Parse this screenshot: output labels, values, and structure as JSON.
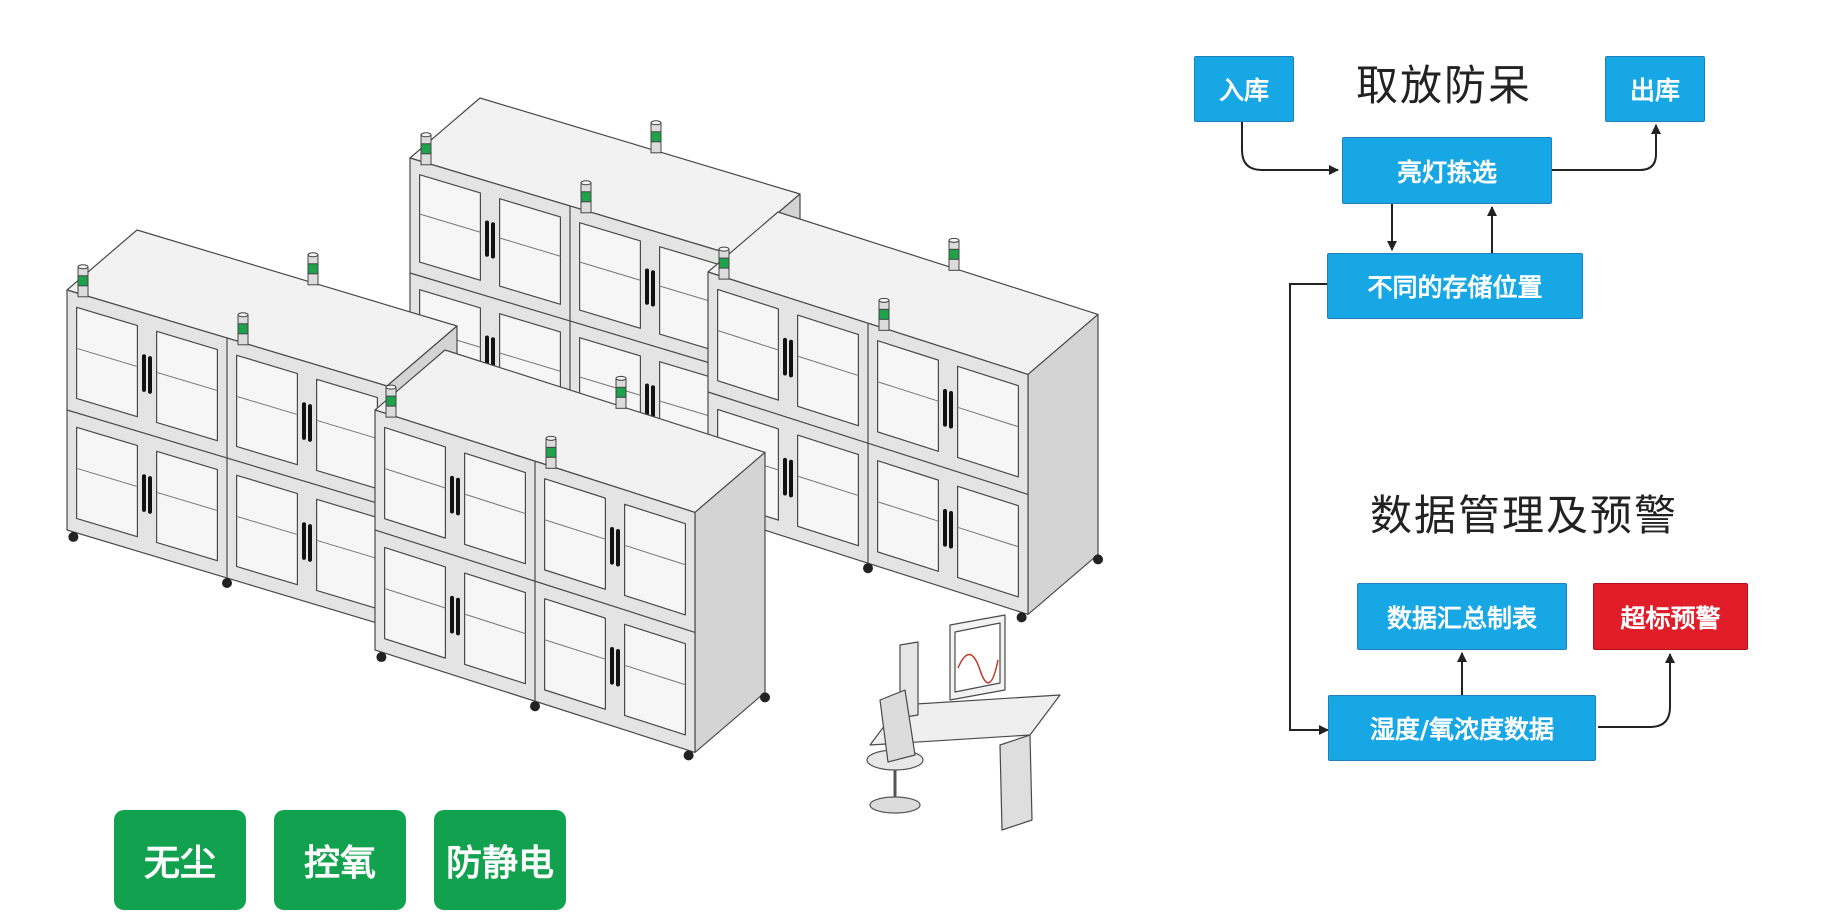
{
  "colors": {
    "flow_blue": "#16a7e4",
    "alert_red": "#e21d2a",
    "badge_green": "#12a14e",
    "arrow": "#222222",
    "cabinet_light": "#f2f2f2",
    "cabinet_mid": "#e4e4e4",
    "cabinet_dark": "#d4d4d4",
    "beacon_green": "#1ea24a"
  },
  "headings": {
    "access": "取放防呆",
    "data_mgmt": "数据管理及预警"
  },
  "flow": {
    "inbound": "入库",
    "outbound": "出库",
    "light_pick": "亮灯拣选",
    "locations": "不同的存储位置",
    "report": "数据汇总制表",
    "alarm": "超标预警",
    "sensor_data": "湿度/氧浓度数据"
  },
  "badges": {
    "dust": "无尘",
    "oxygen": "控氧",
    "static": "防静电"
  },
  "illustration": {
    "cabinet_icon": "storage-cabinet-icon",
    "beacon_icon": "signal-tower-light-icon",
    "workstation_icon": "computer-workstation-icon"
  }
}
